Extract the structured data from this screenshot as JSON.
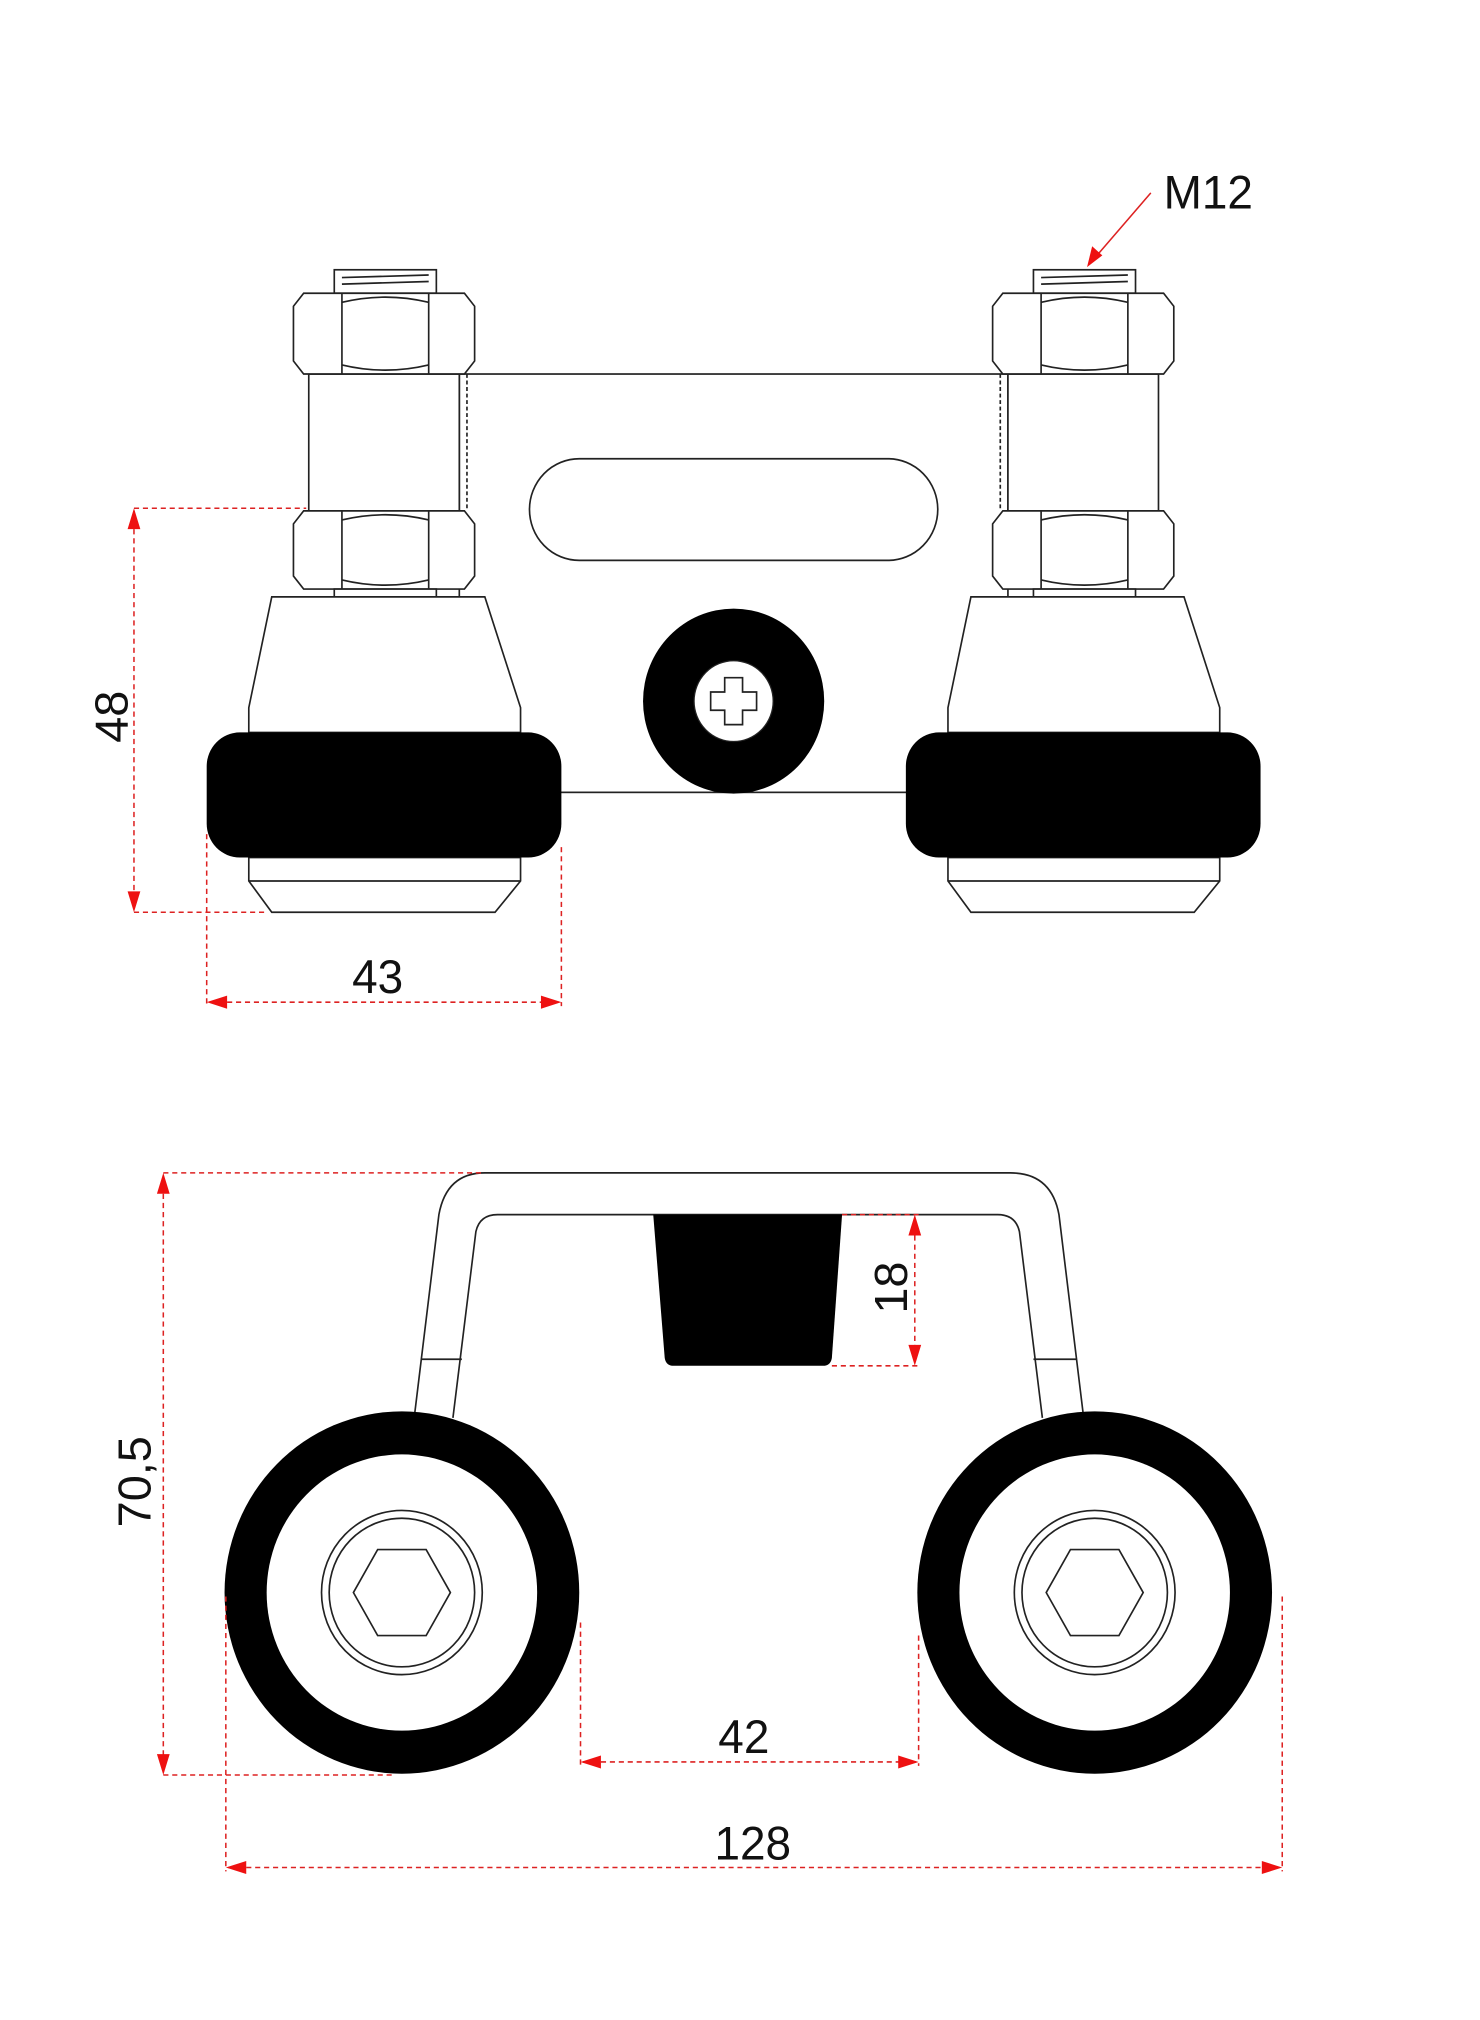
{
  "colors": {
    "line": "#222222",
    "dimension": "#dd2222",
    "rubber": "#000000"
  },
  "top_view": {
    "thread_label": "M12",
    "height_dim": "48",
    "wheel_width_dim": "43"
  },
  "side_view": {
    "total_height_dim": "70,5",
    "stop_height_dim": "18",
    "wheel_gap_dim": "42",
    "total_length_dim": "128"
  }
}
